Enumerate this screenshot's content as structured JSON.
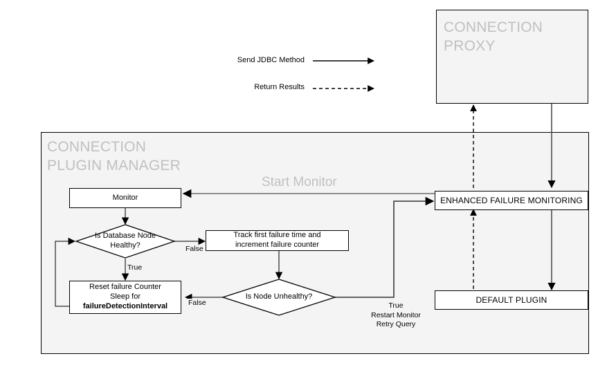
{
  "diagram": {
    "title_hidden": "",
    "background": "#ffffff",
    "container_fill": "#f4f4f4",
    "container_stroke": "#000000",
    "node_fill": "#ffffff",
    "node_stroke": "#000000",
    "edge_color": "#4d4d4d",
    "muted_label_color": "#c0c0c0"
  },
  "legend": {
    "items": [
      {
        "label": "Send JDBC Method",
        "style": "solid"
      },
      {
        "label": "Return Results",
        "style": "dashed"
      }
    ]
  },
  "containers": [
    {
      "id": "connection-proxy",
      "title": "CONNECTION\nPROXY"
    },
    {
      "id": "connection-plugin-manager",
      "title": "CONNECTION\nPLUGIN MANAGER"
    }
  ],
  "nodes": {
    "monitor": {
      "label": "Monitor"
    },
    "track_failure": {
      "label": "Track first failure time and\nincrement failure counter"
    },
    "reset_failure": {
      "line1": "Reset failure Counter",
      "line2": "Sleep for",
      "line3": "failureDetectionInterval"
    },
    "is_db_healthy": {
      "label": "Is Database Node\nHealthy?"
    },
    "is_node_unhealthy": {
      "label": "Is Node Unhealthy?"
    },
    "enhanced_failure_monitoring": {
      "label": "ENHANCED FAILURE MONITORING"
    },
    "default_plugin": {
      "label": "DEFAULT PLUGIN"
    }
  },
  "edge_labels": {
    "start_monitor": "Start Monitor",
    "healthy_false": "False",
    "healthy_true": "True",
    "unhealthy_false": "False",
    "unhealthy_true": "True\nRestart Monitor\nRetry Query"
  }
}
